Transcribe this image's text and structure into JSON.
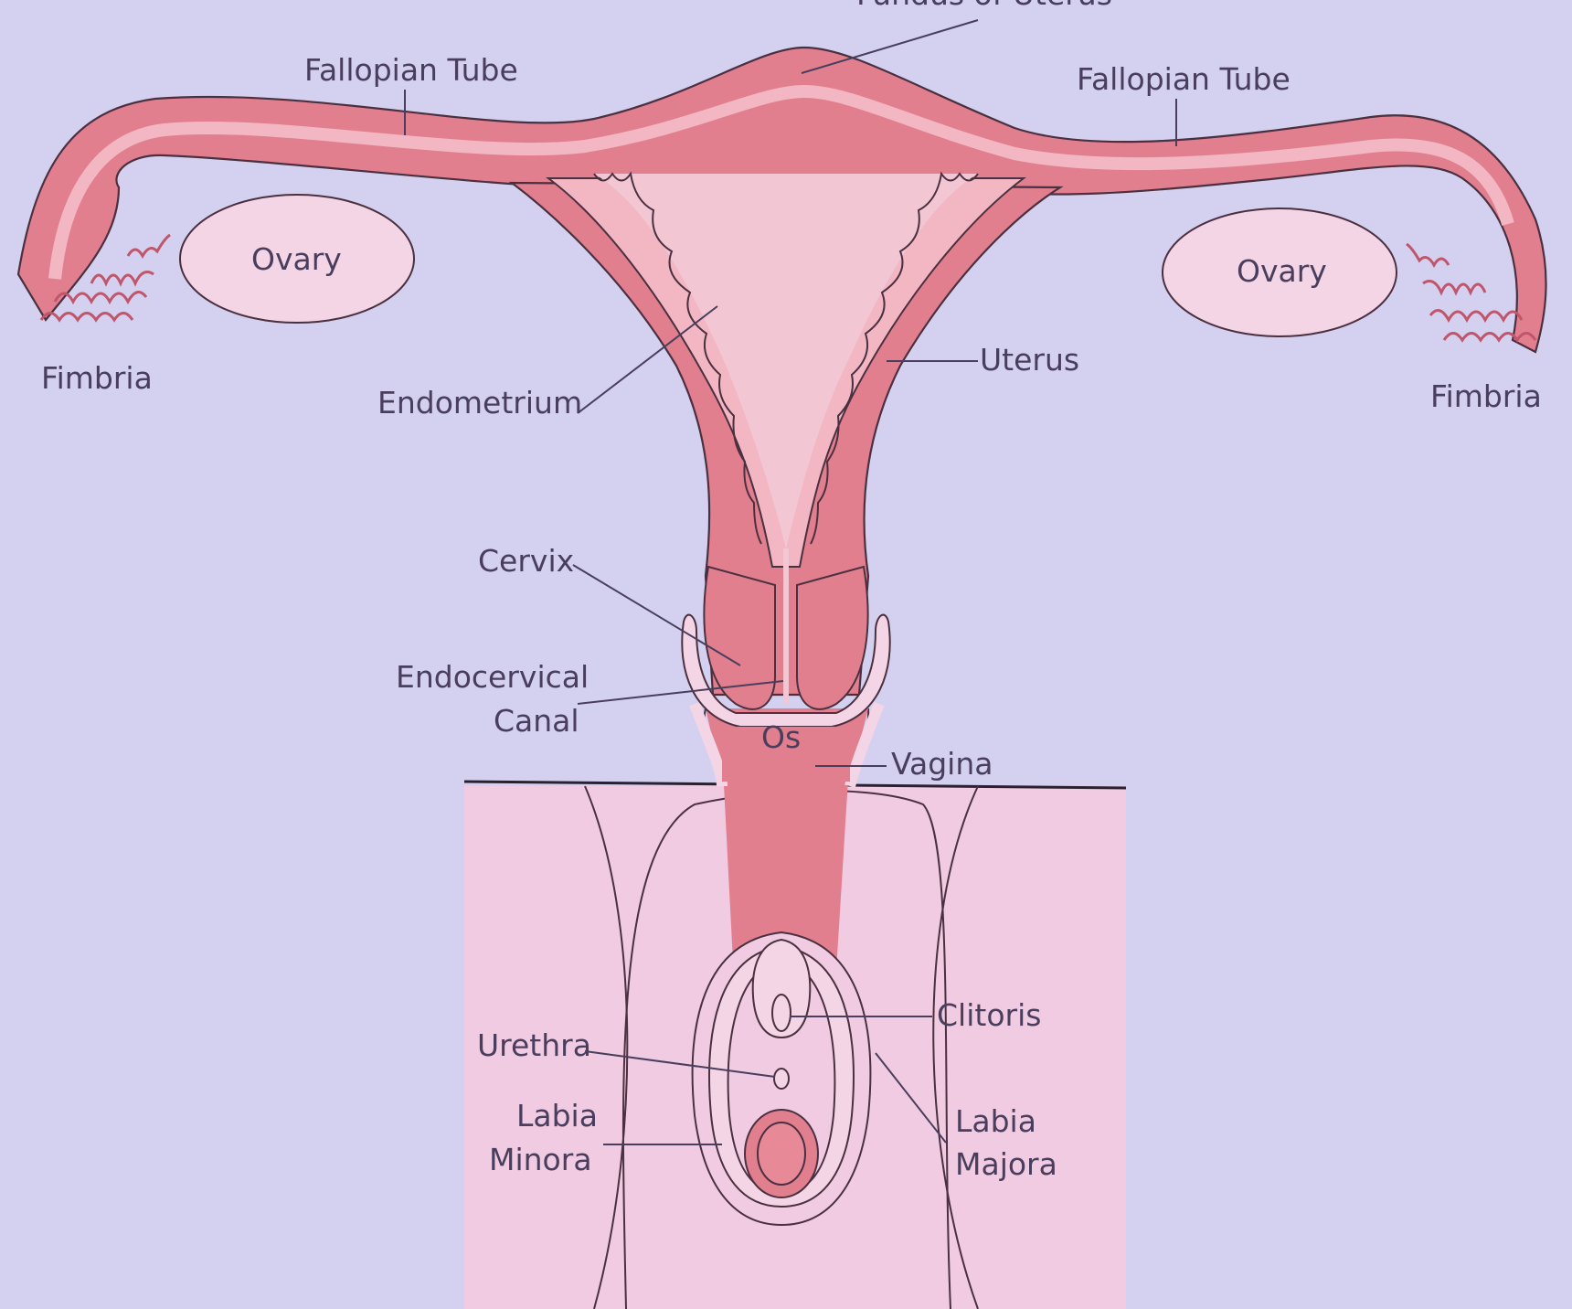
{
  "colors": {
    "background": "#d4d0ef",
    "muscle": "#e27f8e",
    "lining": "#f2b7c3",
    "cavity": "#f3c6d3",
    "ovary": "#f4d5e5",
    "vulva_panel": "#f1cbe1",
    "canal": "#e27f8e",
    "label_text": "#4a3e5e"
  },
  "labels": {
    "fundus": "Fundus of Uterus",
    "fallopian_left": "Fallopian Tube",
    "fallopian_right": "Fallopian Tube",
    "ovary_left": "Ovary",
    "ovary_right": "Ovary",
    "fimbria_left": "Fimbria",
    "fimbria_right": "Fimbria",
    "endometrium": "Endometrium",
    "uterus": "Uterus",
    "cervix": "Cervix",
    "endocervical_1": "Endocervical",
    "endocervical_2": "Canal",
    "os": "Os",
    "vagina": "Vagina",
    "clitoris": "Clitoris",
    "urethra": "Urethra",
    "labia_minora_1": "Labia",
    "labia_minora_2": "Minora",
    "labia_majora_1": "Labia",
    "labia_majora_2": "Majora"
  }
}
